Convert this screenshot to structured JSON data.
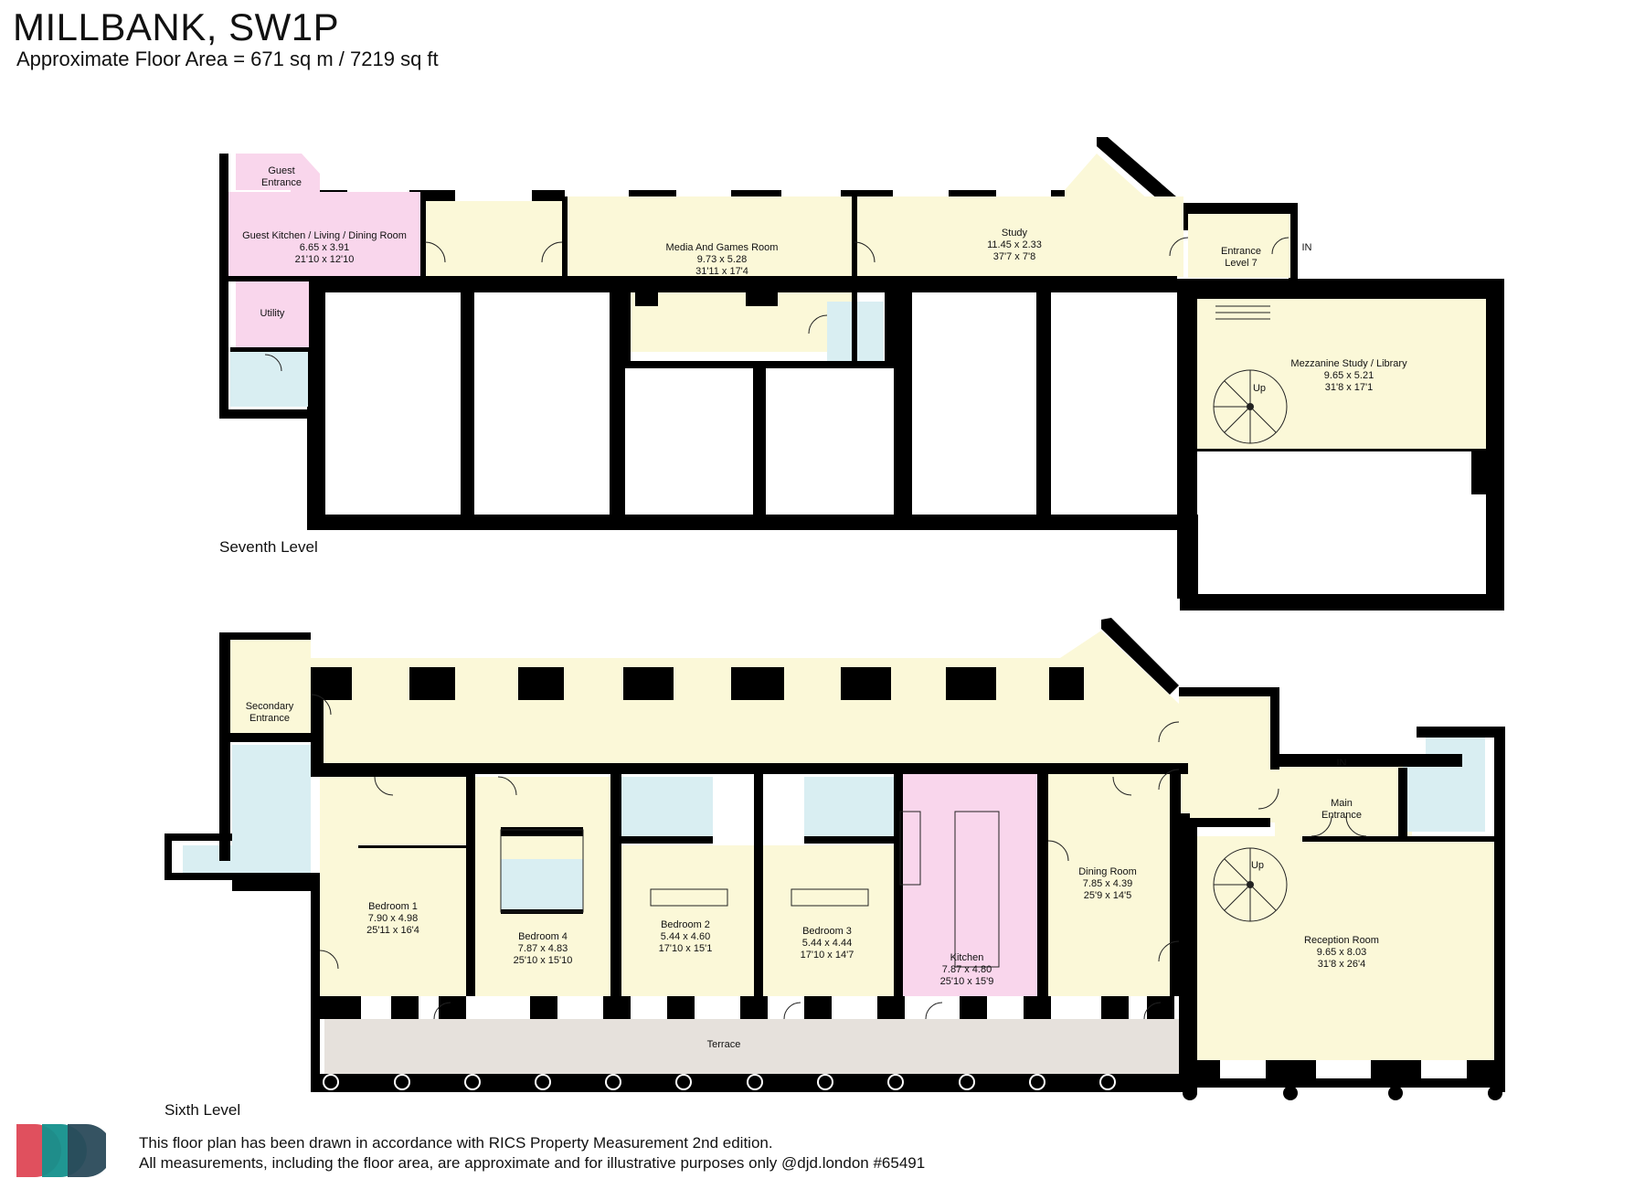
{
  "header": {
    "title": "MILLBANK, SW1P",
    "subtitle": "Approximate Floor Area = 671 sq m / 7219 sq ft"
  },
  "levels": {
    "seventh": "Seventh Level",
    "sixth": "Sixth Level"
  },
  "rooms": {
    "guest_entrance": [
      "Guest",
      "Entrance"
    ],
    "guest_kitchen": [
      "Guest Kitchen / Living / Dining Room",
      "6.65 x 3.91",
      "21'10 x 12'10"
    ],
    "utility": [
      "Utility"
    ],
    "media": [
      "Media And Games Room",
      "9.73 x 5.28",
      "31'11 x 17'4"
    ],
    "study": [
      "Study",
      "11.45 x 2.33",
      "37'7 x 7'8"
    ],
    "entrance7": [
      "Entrance",
      "Level 7"
    ],
    "in_top": "IN",
    "mezzanine": [
      "Mezzanine Study / Library",
      "9.65 x 5.21",
      "31'8 x 17'1"
    ],
    "up_top": "Up",
    "secondary_entrance": [
      "Secondary",
      "Entrance"
    ],
    "bedroom1": [
      "Bedroom 1",
      "7.90 x 4.98",
      "25'11 x 16'4"
    ],
    "bedroom4": [
      "Bedroom 4",
      "7.87 x 4.83",
      "25'10 x 15'10"
    ],
    "bedroom2": [
      "Bedroom 2",
      "5.44 x 4.60",
      "17'10 x 15'1"
    ],
    "bedroom3": [
      "Bedroom 3",
      "5.44 x 4.44",
      "17'10 x 14'7"
    ],
    "kitchen": [
      "Kitchen",
      "7.87 x 4.80",
      "25'10 x 15'9"
    ],
    "dining": [
      "Dining Room",
      "7.85 x 4.39",
      "25'9 x 14'5"
    ],
    "main_entrance": [
      "Main",
      "Entrance"
    ],
    "in_bottom": "IN",
    "up_bottom": "Up",
    "reception": [
      "Reception Room",
      "9.65 x 8.03",
      "31'8 x 26'4"
    ],
    "terrace": "Terrace"
  },
  "footer": {
    "line1": "This floor plan has been drawn in accordance with RICS Property Measurement 2nd edition.",
    "line2": "All measurements, including the floor area, are approximate and for illustrative purposes only @djd.london #65491"
  },
  "colors": {
    "cream": "#fbf8d8",
    "pink": "#f9d6ec",
    "blue": "#d9eef2",
    "terrace": "#e6e1dc",
    "logo_red": "#e0505e",
    "logo_teal": "#14908c",
    "logo_navy": "#2a4a5a"
  }
}
